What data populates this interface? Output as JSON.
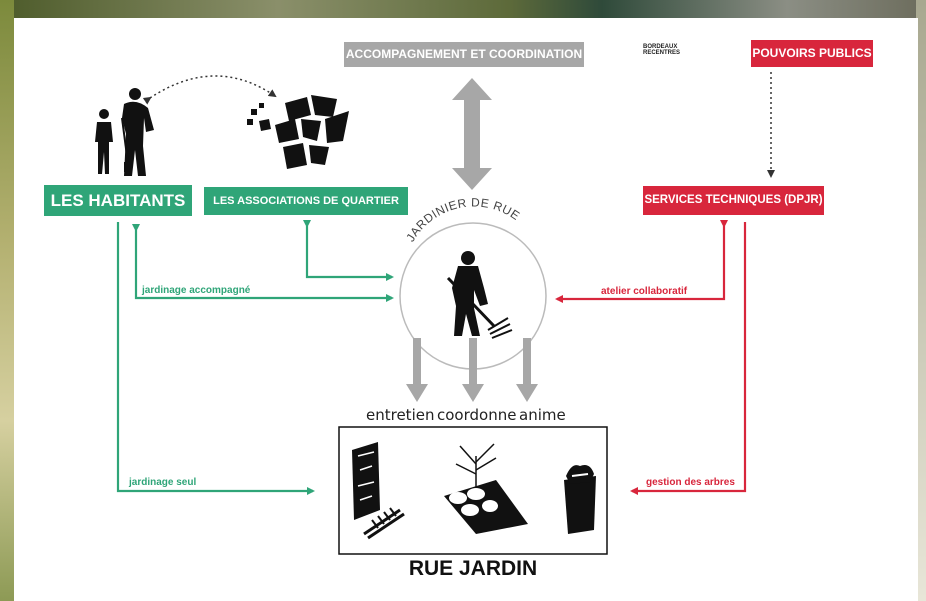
{
  "nodes": {
    "accompagnement": "ACCOMPAGNEMENT ET COORDINATION",
    "pouvoirs_publics": "POUVOIRS PUBLICS",
    "habitants": "LES HABITANTS",
    "associations": "LES ASSOCIATIONS DE QUARTIER",
    "services": "SERVICES TECHNIQUES (DPJR)",
    "jardinier": "JARDINIER DE RUE",
    "rue_jardin": "RUE JARDIN"
  },
  "logo_text": "BORDEAUX RECENTRES",
  "edges": {
    "jardinage_accompagne": "jardinage accompagné",
    "jardinage_seul": "jardinage seul",
    "atelier_collaboratif": "atelier collaboratif",
    "gestion_arbres": "gestion des arbres"
  },
  "actions": [
    "entretien",
    "coordonne",
    "anime"
  ],
  "colors": {
    "green": "#2fa578",
    "red": "#d8263c",
    "grey": "#a7a7a7",
    "black": "#111111"
  },
  "icons": [
    "family-icon",
    "neighborhood-map-icon",
    "gardener-icon",
    "raised-bed-icon",
    "tree-icon",
    "planter-icon"
  ]
}
